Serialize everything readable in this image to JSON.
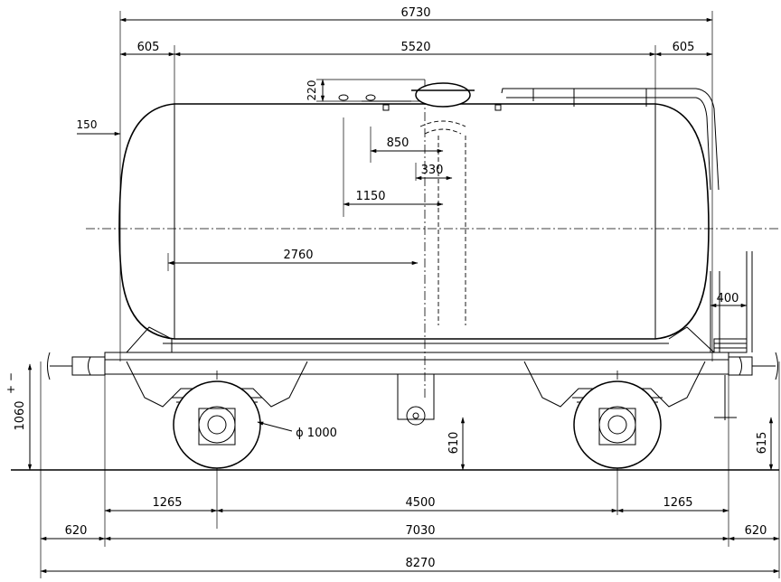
{
  "dimensions": {
    "overall_tank_length": "6730",
    "tank_end_left": "605",
    "tank_cylinder_length": "5520",
    "tank_end_right": "605",
    "dome_height": "220",
    "shell_offset": "150",
    "dome_width": "850",
    "dome_offset": "330",
    "outlet_offset": "1150",
    "half_length": "2760",
    "ladder_width": "400",
    "wheel_diameter": "ϕ 1000",
    "buffer_height": "1060",
    "buffer_height_tolerance": "+ −",
    "brake_height": "610",
    "step_height": "615",
    "overhang_left": "1265",
    "wheelbase": "4500",
    "overhang_right": "1265",
    "buffer_left": "620",
    "frame_length": "7030",
    "buffer_right": "620",
    "length_over_buffers": "8270"
  }
}
